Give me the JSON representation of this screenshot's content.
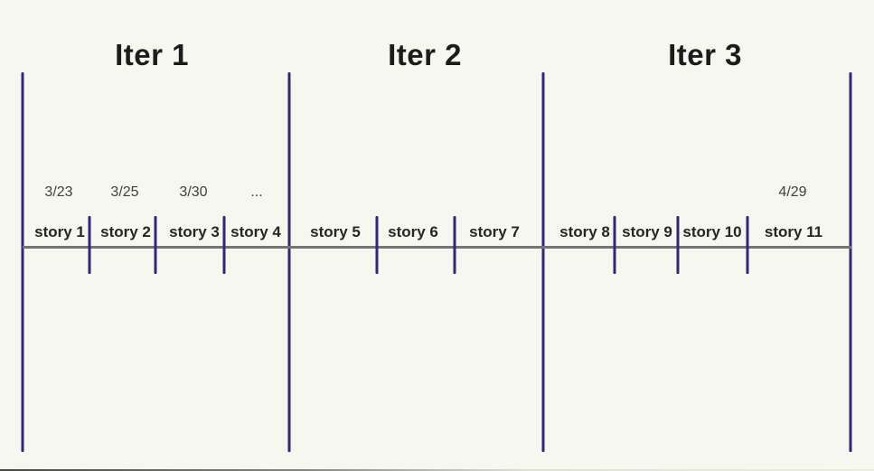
{
  "colors": {
    "background": "#f6f7ee",
    "iteration_line": "#32257c",
    "story_separator_line": "#32257c",
    "timeline_baseline": "#747474",
    "heading_text": "#1c1c1c",
    "story_text": "#262626",
    "date_text": "#414141"
  },
  "iterations": [
    {
      "label": "Iter 1",
      "stories": [
        {
          "label": "story 1",
          "date": "3/23"
        },
        {
          "label": "story 2",
          "date": "3/25"
        },
        {
          "label": "story 3",
          "date": "3/30"
        },
        {
          "label": "story 4",
          "date": "..."
        }
      ]
    },
    {
      "label": "Iter 2",
      "stories": [
        {
          "label": "story 5"
        },
        {
          "label": "story 6"
        },
        {
          "label": "story 7"
        }
      ]
    },
    {
      "label": "Iter 3",
      "stories": [
        {
          "label": "story 8"
        },
        {
          "label": "story 9"
        },
        {
          "label": "story 10"
        },
        {
          "label": "story 11",
          "date": "4/29"
        }
      ]
    }
  ]
}
